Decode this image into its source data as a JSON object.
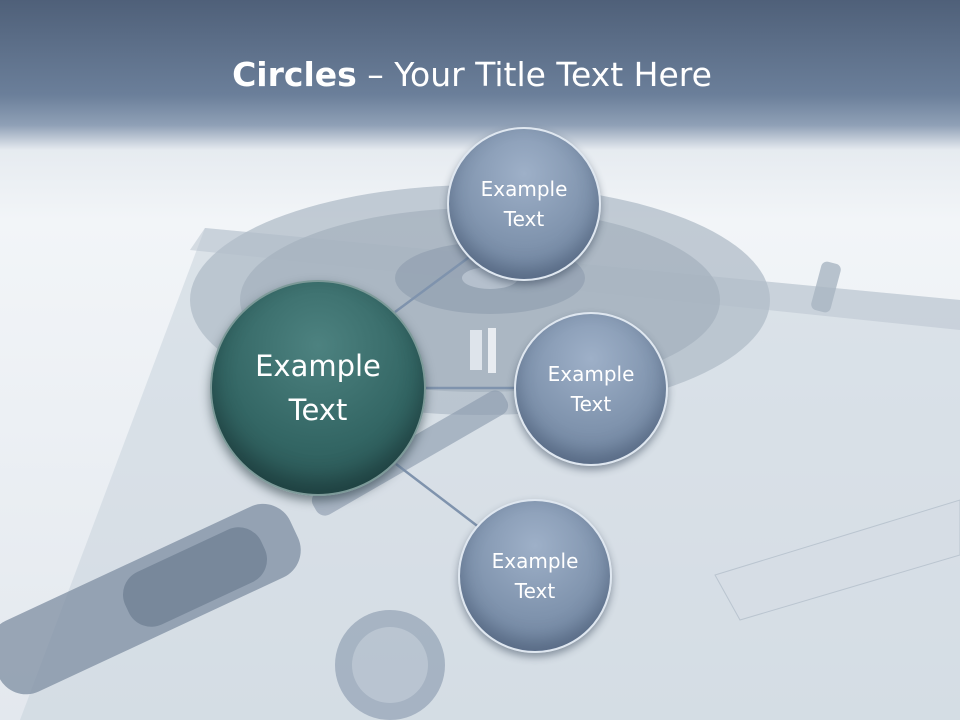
{
  "title": {
    "bold": "Circles",
    "rest": " – Your Title Text Here"
  },
  "diagram": {
    "center": {
      "text": "Example\nText"
    },
    "nodes": [
      {
        "text": "Example\nText"
      },
      {
        "text": "Example\nText"
      },
      {
        "text": "Example\nText"
      }
    ]
  },
  "colors": {
    "center_fill": "#336664",
    "node_fill": "#7f93ad",
    "connector": "#7f93ad",
    "header_band": "#5b6d86"
  }
}
